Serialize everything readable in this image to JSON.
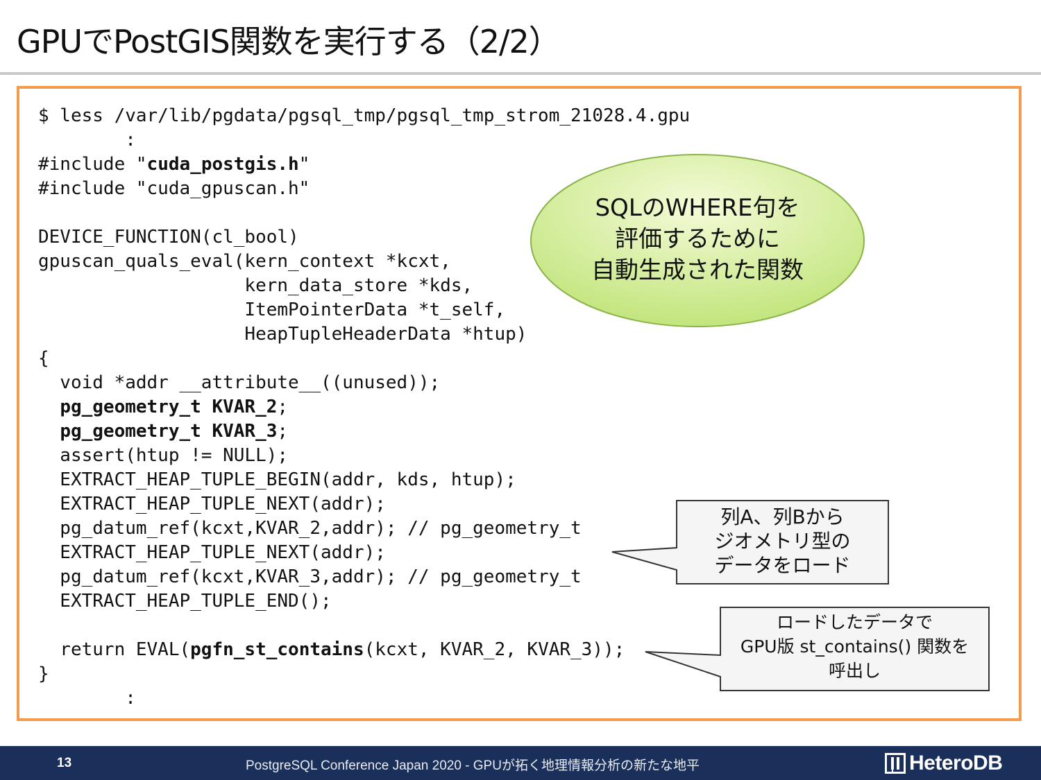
{
  "slide": {
    "title": "GPUでPostGIS関数を実行する（2/2）"
  },
  "code": {
    "lines": [
      [
        {
          "t": "$ less /var/lib/pgdata/pgsql_tmp/pgsql_tmp_strom_21028.4.gpu"
        }
      ],
      [
        {
          "t": "        :"
        }
      ],
      [
        {
          "t": "#include \""
        },
        {
          "t": "cuda_postgis.h",
          "b": true
        },
        {
          "t": "\""
        }
      ],
      [
        {
          "t": "#include \"cuda_gpuscan.h\""
        }
      ],
      [
        {
          "t": ""
        }
      ],
      [
        {
          "t": "DEVICE_FUNCTION(cl_bool)"
        }
      ],
      [
        {
          "t": "gpuscan_quals_eval(kern_context *kcxt,"
        }
      ],
      [
        {
          "t": "                   kern_data_store *kds,"
        }
      ],
      [
        {
          "t": "                   ItemPointerData *t_self,"
        }
      ],
      [
        {
          "t": "                   HeapTupleHeaderData *htup)"
        }
      ],
      [
        {
          "t": "{"
        }
      ],
      [
        {
          "t": "  void *addr __attribute__((unused));"
        }
      ],
      [
        {
          "t": "  "
        },
        {
          "t": "pg_geometry_t KVAR_2",
          "b": true
        },
        {
          "t": ";"
        }
      ],
      [
        {
          "t": "  "
        },
        {
          "t": "pg_geometry_t KVAR_3",
          "b": true
        },
        {
          "t": ";"
        }
      ],
      [
        {
          "t": "  assert(htup != NULL);"
        }
      ],
      [
        {
          "t": "  EXTRACT_HEAP_TUPLE_BEGIN(addr, kds, htup);"
        }
      ],
      [
        {
          "t": "  EXTRACT_HEAP_TUPLE_NEXT(addr);"
        }
      ],
      [
        {
          "t": "  pg_datum_ref(kcxt,KVAR_2,addr); // pg_geometry_t"
        }
      ],
      [
        {
          "t": "  EXTRACT_HEAP_TUPLE_NEXT(addr);"
        }
      ],
      [
        {
          "t": "  pg_datum_ref(kcxt,KVAR_3,addr); // pg_geometry_t"
        }
      ],
      [
        {
          "t": "  EXTRACT_HEAP_TUPLE_END();"
        }
      ],
      [
        {
          "t": ""
        }
      ],
      [
        {
          "t": "  return EVAL("
        },
        {
          "t": "pgfn_st_contains",
          "b": true
        },
        {
          "t": "(kcxt, KVAR_2, KVAR_3));"
        }
      ],
      [
        {
          "t": "}"
        }
      ],
      [
        {
          "t": "        :"
        }
      ]
    ]
  },
  "bubble": {
    "lines": [
      "SQLのWHERE句を",
      "評価するために",
      "自動生成された関数"
    ]
  },
  "callouts": [
    {
      "lines": [
        "列A、列Bから",
        "ジオメトリ型の",
        "データをロード"
      ]
    },
    {
      "lines": [
        "ロードしたデータで",
        "GPU版 st_contains() 関数を",
        "呼出し"
      ]
    }
  ],
  "footer": {
    "page_number": "13",
    "conference": "PostgreSQL Conference Japan 2020 - GPUが拓く地理情報分析の新たな地平",
    "logo_text": "HeteroDB",
    "logo_icon": "heterodb-logo-icon"
  },
  "colors": {
    "frame_orange": "#f39a4b",
    "bubble_fill_light": "#f4fbd8",
    "bubble_fill_dark": "#c2e57c",
    "footer_navy": "#1a2f5a"
  }
}
